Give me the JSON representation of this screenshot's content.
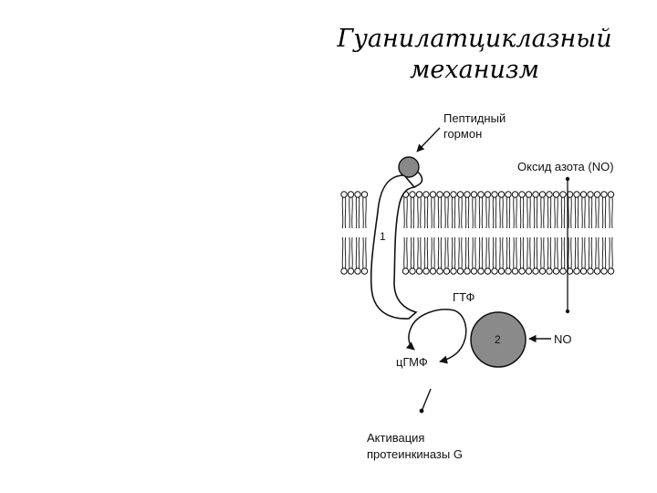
{
  "title": {
    "line1": "Гуанилатциклазный",
    "line2": "механизм"
  },
  "labels": {
    "peptide_hormone": [
      "Пептидный",
      "гормон"
    ],
    "nitric_oxide": "Оксид азота (NO)",
    "receptor_number": "1",
    "gtp": "ГТФ",
    "cgmp": "цГМФ",
    "enzyme_number": "2",
    "no_short": "NO",
    "activation": [
      "Активация",
      "протеинкиназы G"
    ]
  },
  "colors": {
    "ink": "#111111",
    "hormone": "#888888",
    "enzyme": "#8a8a8a"
  }
}
